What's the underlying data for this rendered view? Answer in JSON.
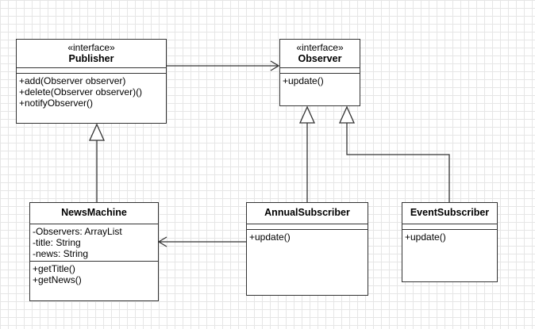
{
  "classes": {
    "publisher": {
      "stereotype": "«interface»",
      "name": "Publisher",
      "methods": [
        "+add(Observer observer)",
        "+delete(Observer observer)()",
        "+notifyObserver()"
      ]
    },
    "observer": {
      "stereotype": "«interface»",
      "name": "Observer",
      "methods": [
        "+update()"
      ]
    },
    "news_machine": {
      "name": "NewsMachine",
      "attributes": [
        "-Observers: ArrayList",
        "-title: String",
        "-news: String"
      ],
      "methods": [
        "+getTitle()",
        "+getNews()"
      ]
    },
    "annual_subscriber": {
      "name": "AnnualSubscriber",
      "methods": [
        "+update()"
      ]
    },
    "event_subscriber": {
      "name": "EventSubscriber",
      "methods": [
        "+update()"
      ]
    }
  },
  "relations": [
    {
      "from": "Publisher",
      "to": "Observer",
      "type": "association"
    },
    {
      "from": "NewsMachine",
      "to": "Publisher",
      "type": "realization"
    },
    {
      "from": "AnnualSubscriber",
      "to": "Observer",
      "type": "realization"
    },
    {
      "from": "EventSubscriber",
      "to": "Observer",
      "type": "realization"
    },
    {
      "from": "AnnualSubscriber",
      "to": "NewsMachine",
      "type": "association"
    }
  ],
  "colors": {
    "line": "#333333",
    "grid": "#e6e6e6",
    "background": "#ffffff"
  }
}
